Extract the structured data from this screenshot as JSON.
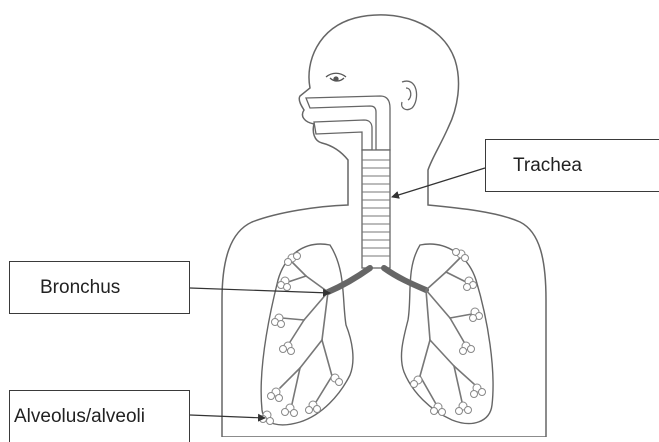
{
  "diagram": {
    "labels": {
      "trachea": "Trachea",
      "bronchus": "Bronchus",
      "alveolus": "Alveolus/alveoli"
    },
    "colors": {
      "outline": "#555555",
      "fill": "#ffffff",
      "arrow": "#333333"
    }
  }
}
